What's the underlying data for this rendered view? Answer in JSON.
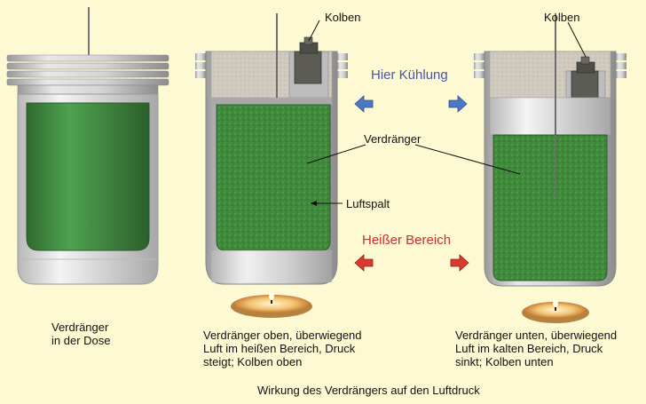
{
  "labels": {
    "kolben_left": "Kolben",
    "kolben_right": "Kolben",
    "cooling": "Hier Kühlung",
    "displacer": "Verdränger",
    "air_gap": "Luftspalt",
    "hot_zone": "Heißer Bereich"
  },
  "captions": {
    "can": "Verdränger\nin der Dose",
    "middle": "Verdränger oben, überwiegend\nLuft im heißen Bereich, Druck\nsteigt; Kolben oben",
    "right": "Verdränger unten, überwiegend\nLuft im kalten Bereich, Druck\nsinkt; Kolben unten",
    "bottom": "Wirkung des Verdrängers auf den Luftdruck"
  },
  "colors": {
    "background": "#fdf9d2",
    "displacer_green": "#3f8f3f",
    "can_metal": "#d8d8d8",
    "insulation": "#c9c4b8",
    "cooling_arrow": "#4a78c2",
    "hot_arrow": "#d83a30",
    "cooling_text": "#4a55a8",
    "hot_text": "#c83030"
  }
}
